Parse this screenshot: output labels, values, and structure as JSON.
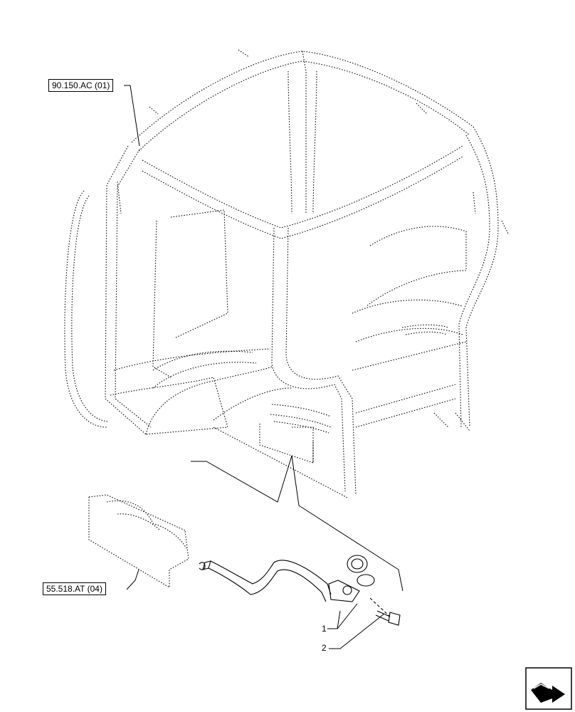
{
  "references": {
    "cab_frame_ref": "90.150.AC (01)",
    "panel_ref": "55.518.AT (04)"
  },
  "callouts": {
    "item_1": "1",
    "item_2": "2"
  },
  "icons": {
    "corner": "next-page-arrow-icon"
  }
}
